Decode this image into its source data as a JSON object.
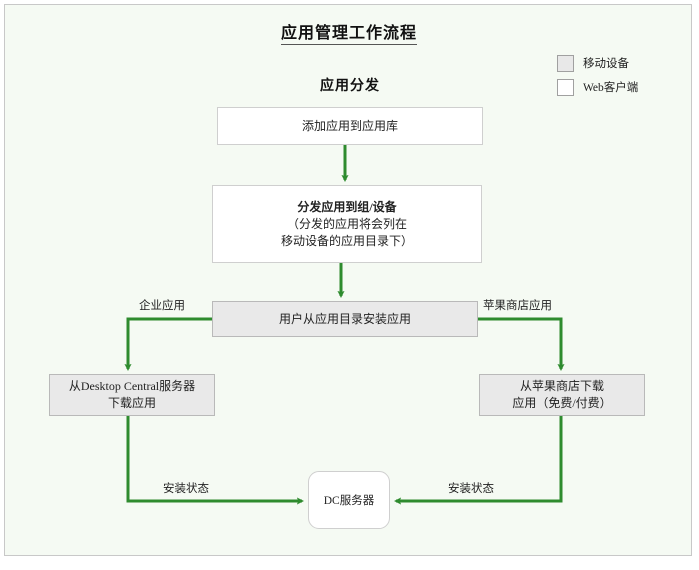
{
  "title": "应用管理工作流程",
  "section_subtitle": "应用分发",
  "legend": {
    "items": [
      {
        "label": "移动设备",
        "swatch": "gray",
        "color": "#e8e8e8"
      },
      {
        "label": "Web客户端",
        "swatch": "white",
        "color": "#ffffff"
      }
    ]
  },
  "nodes": {
    "add_app": {
      "label": "添加应用到应用库",
      "fill": "white"
    },
    "distribute": {
      "title": "分发应用到组/设备",
      "sub_line1": "（分发的应用将会列在",
      "sub_line2": "移动设备的应用目录下）",
      "fill": "white"
    },
    "user_install": {
      "label": "用户从应用目录安装应用",
      "fill": "gray"
    },
    "dc_download": {
      "line1": "从Desktop Central服务器",
      "line2": "下载应用",
      "fill": "gray"
    },
    "store_download": {
      "line1": "从苹果商店下载",
      "line2": "应用（免费/付费）",
      "fill": "gray"
    },
    "dc_server": {
      "label": "DC服务器",
      "fill": "white"
    }
  },
  "edge_labels": {
    "enterprise_app": "企业应用",
    "appstore_app": "苹果商店应用",
    "status_left": "安装状态",
    "status_right": "安装状态"
  },
  "colors": {
    "arrow": "#2e8b2e",
    "canvas_bg": "#f5faf3",
    "node_gray": "#e9e9e9",
    "node_white": "#ffffff",
    "border": "#cfcfcf",
    "text": "#222222"
  }
}
